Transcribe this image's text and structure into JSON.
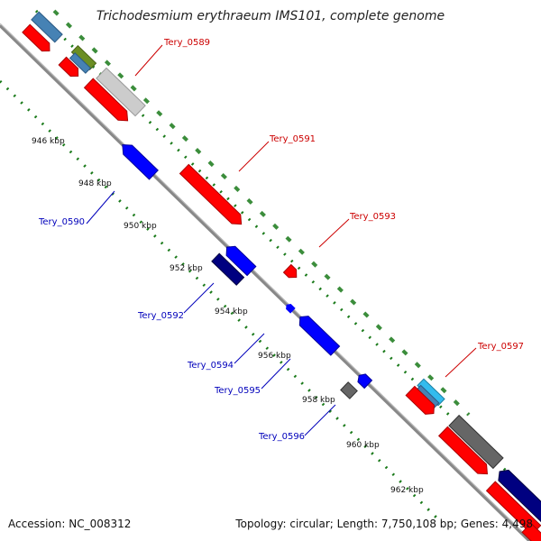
{
  "title": "Trichodesmium erythraeum IMS101, complete genome",
  "accession": "Accession: NC_008312",
  "topology": "Topology: circular; Length: 7,750,108 bp; Genes: 4,498",
  "kbp_labels": [
    "946 kbp",
    "948 kbp",
    "950 kbp",
    "952 kbp",
    "954 kbp",
    "956 kbp",
    "958 kbp",
    "960 kbp",
    "962 kbp"
  ],
  "gene_labels": {
    "tery_0589": "Tery_0589",
    "tery_0590": "Tery_0590",
    "tery_0591": "Tery_0591",
    "tery_0592": "Tery_0592",
    "tery_0593": "Tery_0593",
    "tery_0594": "Tery_0594",
    "tery_0595": "Tery_0595",
    "tery_0596": "Tery_0596",
    "tery_0597": "Tery_0597"
  },
  "colors": {
    "forward_gene": "#ff0000",
    "reverse_gene": "#0000ff",
    "dark_reverse_gene": "#000080",
    "backbone": "#888888",
    "tick_marks": "#1a7a1a",
    "steelblue_gene": "#4682b4",
    "grey_gene": "#666666",
    "olive_gene": "#6b8e23",
    "lightgrey_gene": "#cccccc",
    "skyblue_gene": "#33bbee"
  }
}
